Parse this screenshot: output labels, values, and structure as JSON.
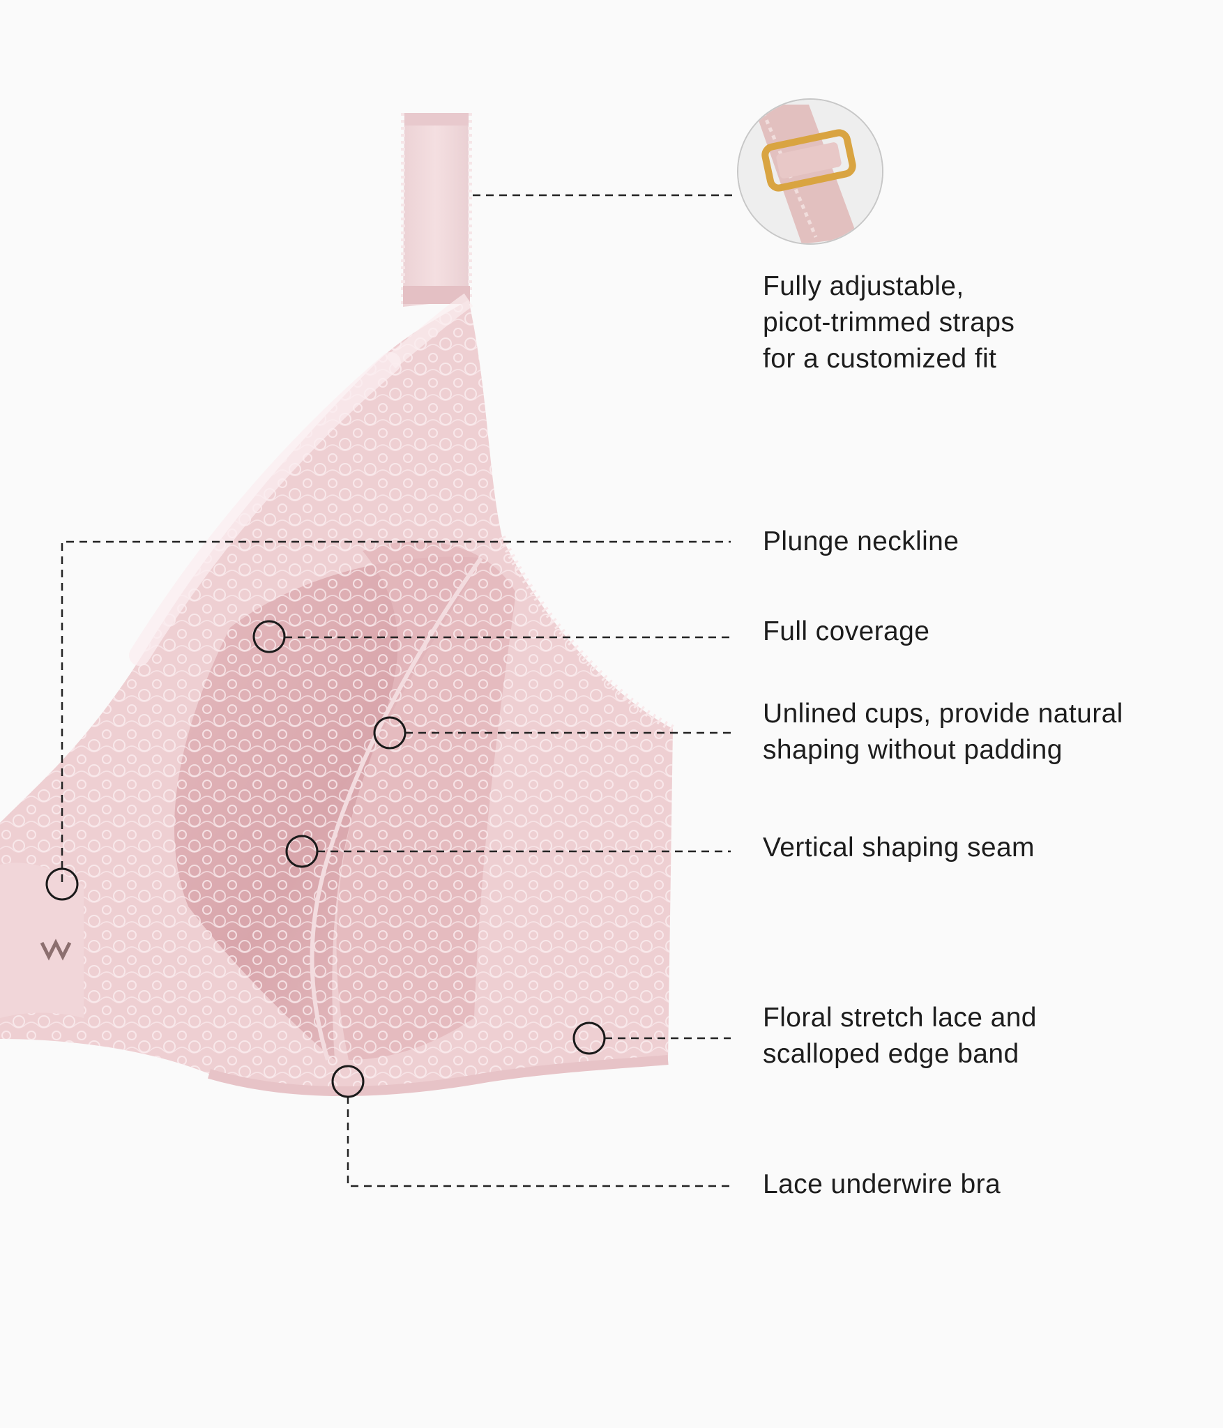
{
  "colors": {
    "background": "#fafafa",
    "fabric_base": "#eecfd2",
    "fabric_satin": "#dcaaaf",
    "lace_light": "#fbeff1",
    "callout_line": "#222222",
    "text": "#1d1d1d",
    "hardware_gold": "#d9a441"
  },
  "features": [
    {
      "label": "Fully adjustable,\npicot-trimmed straps\nfor a customized fit",
      "icon": "strap-adjuster-detail-icon"
    },
    {
      "label": "Plunge neckline"
    },
    {
      "label": "Full coverage"
    },
    {
      "label": "Unlined cups, provide natural\nshaping without padding"
    },
    {
      "label": "Vertical shaping seam"
    },
    {
      "label": "Floral stretch lace and\nscalloped edge band"
    },
    {
      "label": "Lace underwire bra"
    }
  ]
}
